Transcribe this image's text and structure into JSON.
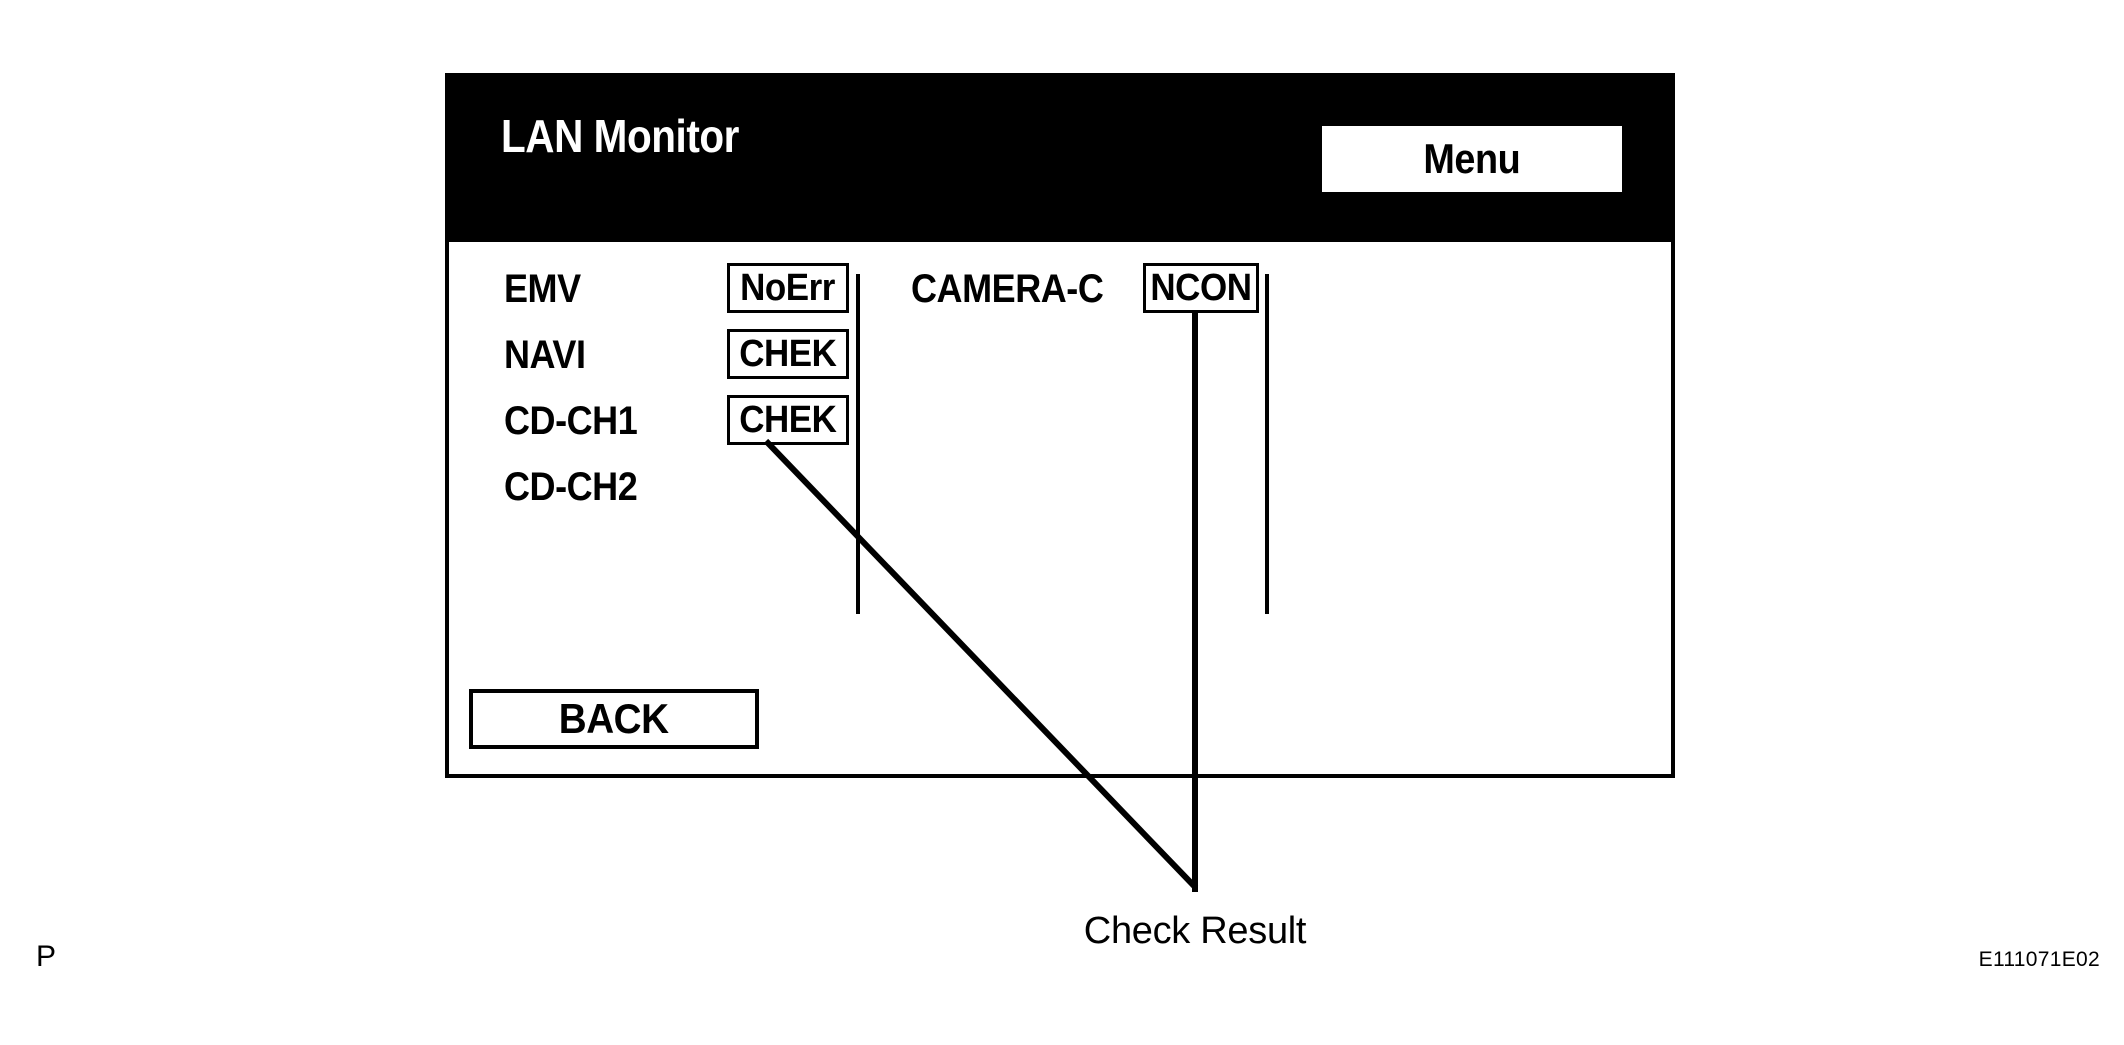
{
  "screen": {
    "title": "LAN Monitor",
    "menu_button_label": "Menu",
    "back_button_label": "BACK",
    "status_rows_left": [
      {
        "label": "EMV",
        "status": "NoErr"
      },
      {
        "label": "NAVI",
        "status": "CHEK"
      },
      {
        "label": "CD-CH1",
        "status": "CHEK"
      },
      {
        "label": "CD-CH2",
        "status": ""
      }
    ],
    "status_rows_right": [
      {
        "label": "CAMERA-C",
        "status": "NCON"
      }
    ]
  },
  "annotations": {
    "check_result_caption": "Check Result"
  },
  "page": {
    "page_mark": "P",
    "figure_code": "E111071E02"
  },
  "colors": {
    "header_background": "#000000",
    "header_text": "#ffffff",
    "body_background": "#ffffff",
    "line": "#000000"
  }
}
